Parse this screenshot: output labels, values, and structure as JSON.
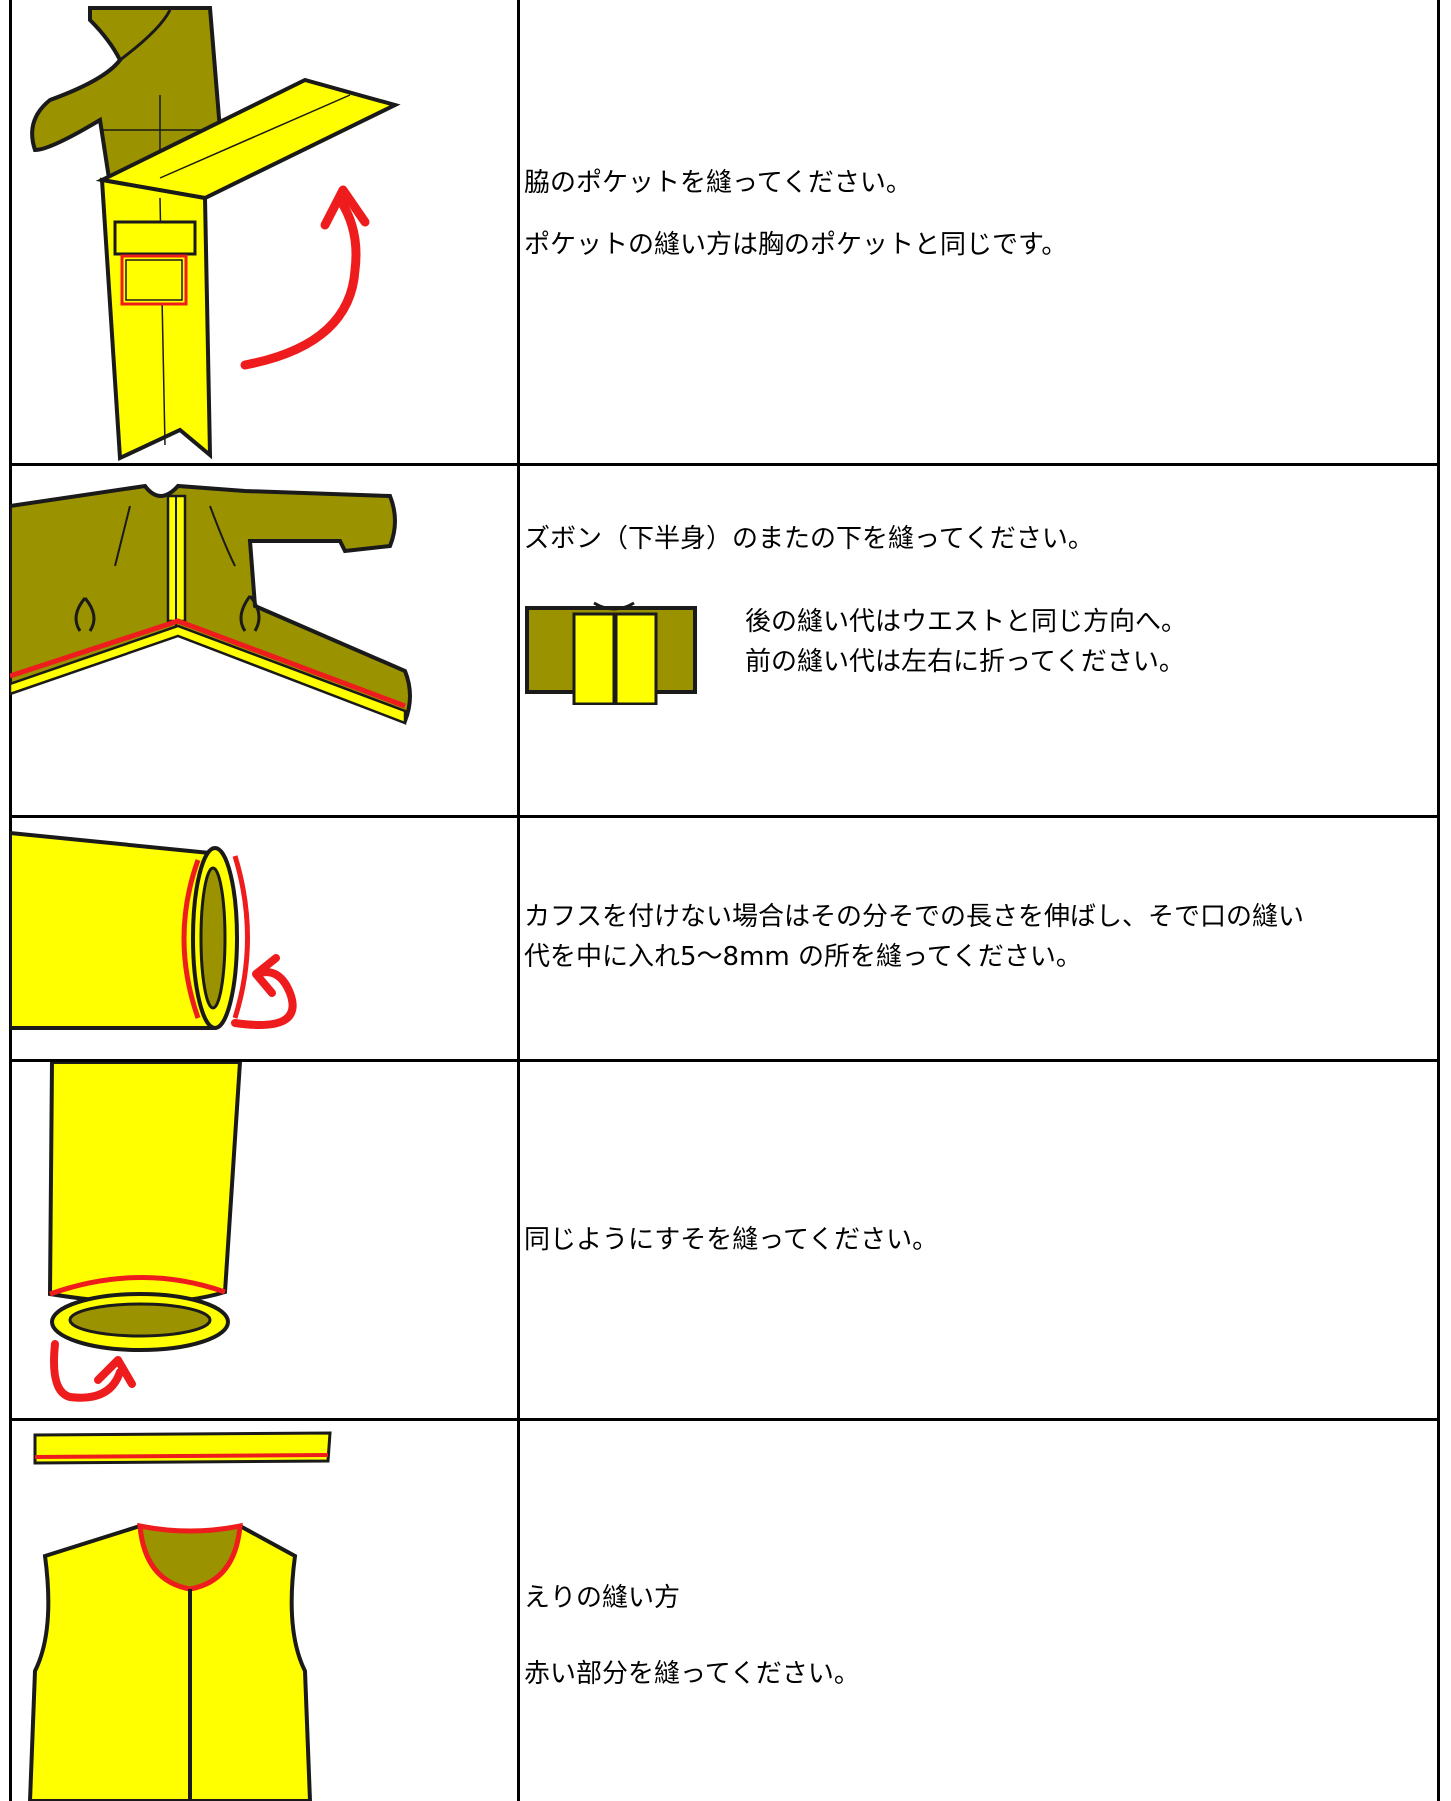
{
  "colors": {
    "olive": "#9b9200",
    "yellow": "#ffff00",
    "red": "#ee1c1c",
    "outline": "#1a1a1a"
  },
  "rows": [
    {
      "illustration": "side-pocket-fold",
      "lines": [
        "脇のポケットを縫ってください。",
        "ポケットの縫い方は胸のポケットと同じです。"
      ]
    },
    {
      "illustration": "crotch-seam",
      "lines": [
        "ズボン（下半身）のまたの下を縫ってください。"
      ],
      "seam_note_lines": [
        "後の縫い代はウエストと同じ方向へ。",
        "前の縫い代は左右に折ってください。"
      ]
    },
    {
      "illustration": "sleeve-cuff",
      "lines": [
        "カフスを付けない場合はその分そでの長さを伸ばし、そで口の縫い",
        "代を中に入れ5～8mm の所を縫ってください。"
      ]
    },
    {
      "illustration": "hem-cuff",
      "lines": [
        "同じようにすそを縫ってください。"
      ]
    },
    {
      "illustration": "collar",
      "lines": [
        "えりの縫い方",
        "赤い部分を縫ってください。"
      ]
    }
  ]
}
